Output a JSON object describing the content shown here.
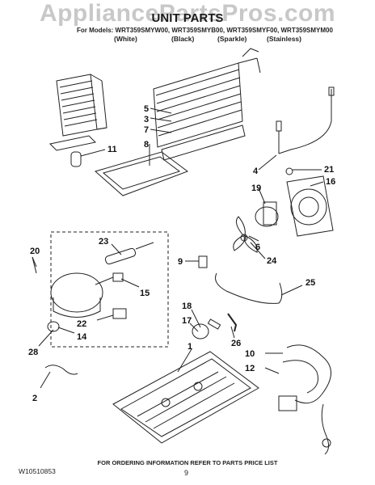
{
  "watermark": "AppliancePartsPros.com",
  "title": "UNIT PARTS",
  "models": "For Models: WRT359SMYW00, WRT359SMYB00, WRT359SMYF00, WRT359SMYM00",
  "finishes": [
    "(White)",
    "(Black)",
    "(Sparkle)",
    "(Stainless)"
  ],
  "callouts": [
    "5",
    "3",
    "7",
    "11",
    "8",
    "4",
    "21",
    "16",
    "19",
    "6",
    "24",
    "9",
    "23",
    "20",
    "15",
    "22",
    "14",
    "28",
    "2",
    "25",
    "18",
    "17",
    "26",
    "1",
    "10",
    "12"
  ],
  "footer": {
    "note": "FOR ORDERING INFORMATION REFER TO PARTS PRICE LIST",
    "doc_number": "W10510853",
    "page": "9"
  }
}
